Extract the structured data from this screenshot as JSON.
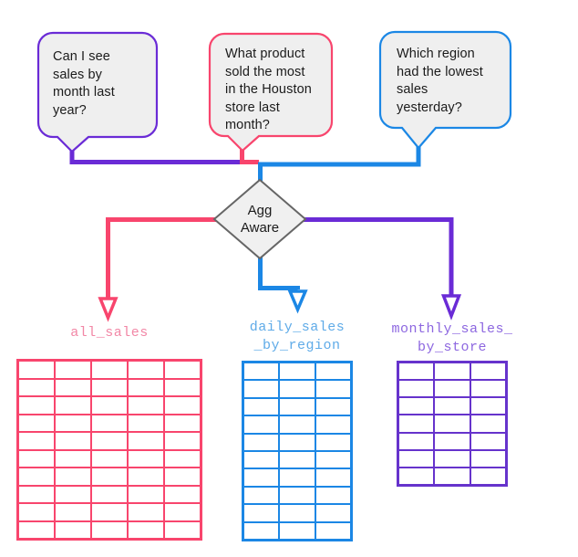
{
  "colors": {
    "purple": "#6A2BD6",
    "pink": "#F8456D",
    "blue": "#1B87E5",
    "bubble_fill": "#EFEFEF",
    "diamond_fill": "#F0F0F0",
    "diamond_border": "#666666",
    "text": "#1B1B1B"
  },
  "bubbles": [
    {
      "id": "question-1",
      "text": "Can I see sales by month last year?",
      "lines": [
        "Can I see",
        "sales by",
        "month last",
        "year?"
      ],
      "border_color": "#6A2BD6"
    },
    {
      "id": "question-2",
      "text": "What product sold the most in the Houston store last month?",
      "lines": [
        "What product",
        "sold the most",
        "in the Houston",
        "store last",
        "month?"
      ],
      "border_color": "#F8456D"
    },
    {
      "id": "question-3",
      "text": "Which region had the lowest sales yesterday?",
      "lines": [
        "Which region",
        "had the lowest",
        "sales",
        "yesterday?"
      ],
      "border_color": "#1B87E5"
    }
  ],
  "decision": {
    "text": "Agg Aware",
    "lines": [
      "Agg",
      "Aware"
    ]
  },
  "tables": [
    {
      "name": "all_sales",
      "label_lines": [
        "all_sales"
      ],
      "columns": 5,
      "rows": 10,
      "color": "#F8456D",
      "label_color": "#F287A6"
    },
    {
      "name": "daily_sales_by_region",
      "label_lines": [
        "daily_sales",
        "_by_region"
      ],
      "columns": 3,
      "rows": 10,
      "color": "#1B87E5",
      "label_color": "#5FABE8"
    },
    {
      "name": "monthly_sales_by_store",
      "label_lines": [
        "monthly_sales_",
        "by_store"
      ],
      "columns": 3,
      "rows": 7,
      "color": "#6633CC",
      "label_color": "#8D67E0"
    }
  ]
}
